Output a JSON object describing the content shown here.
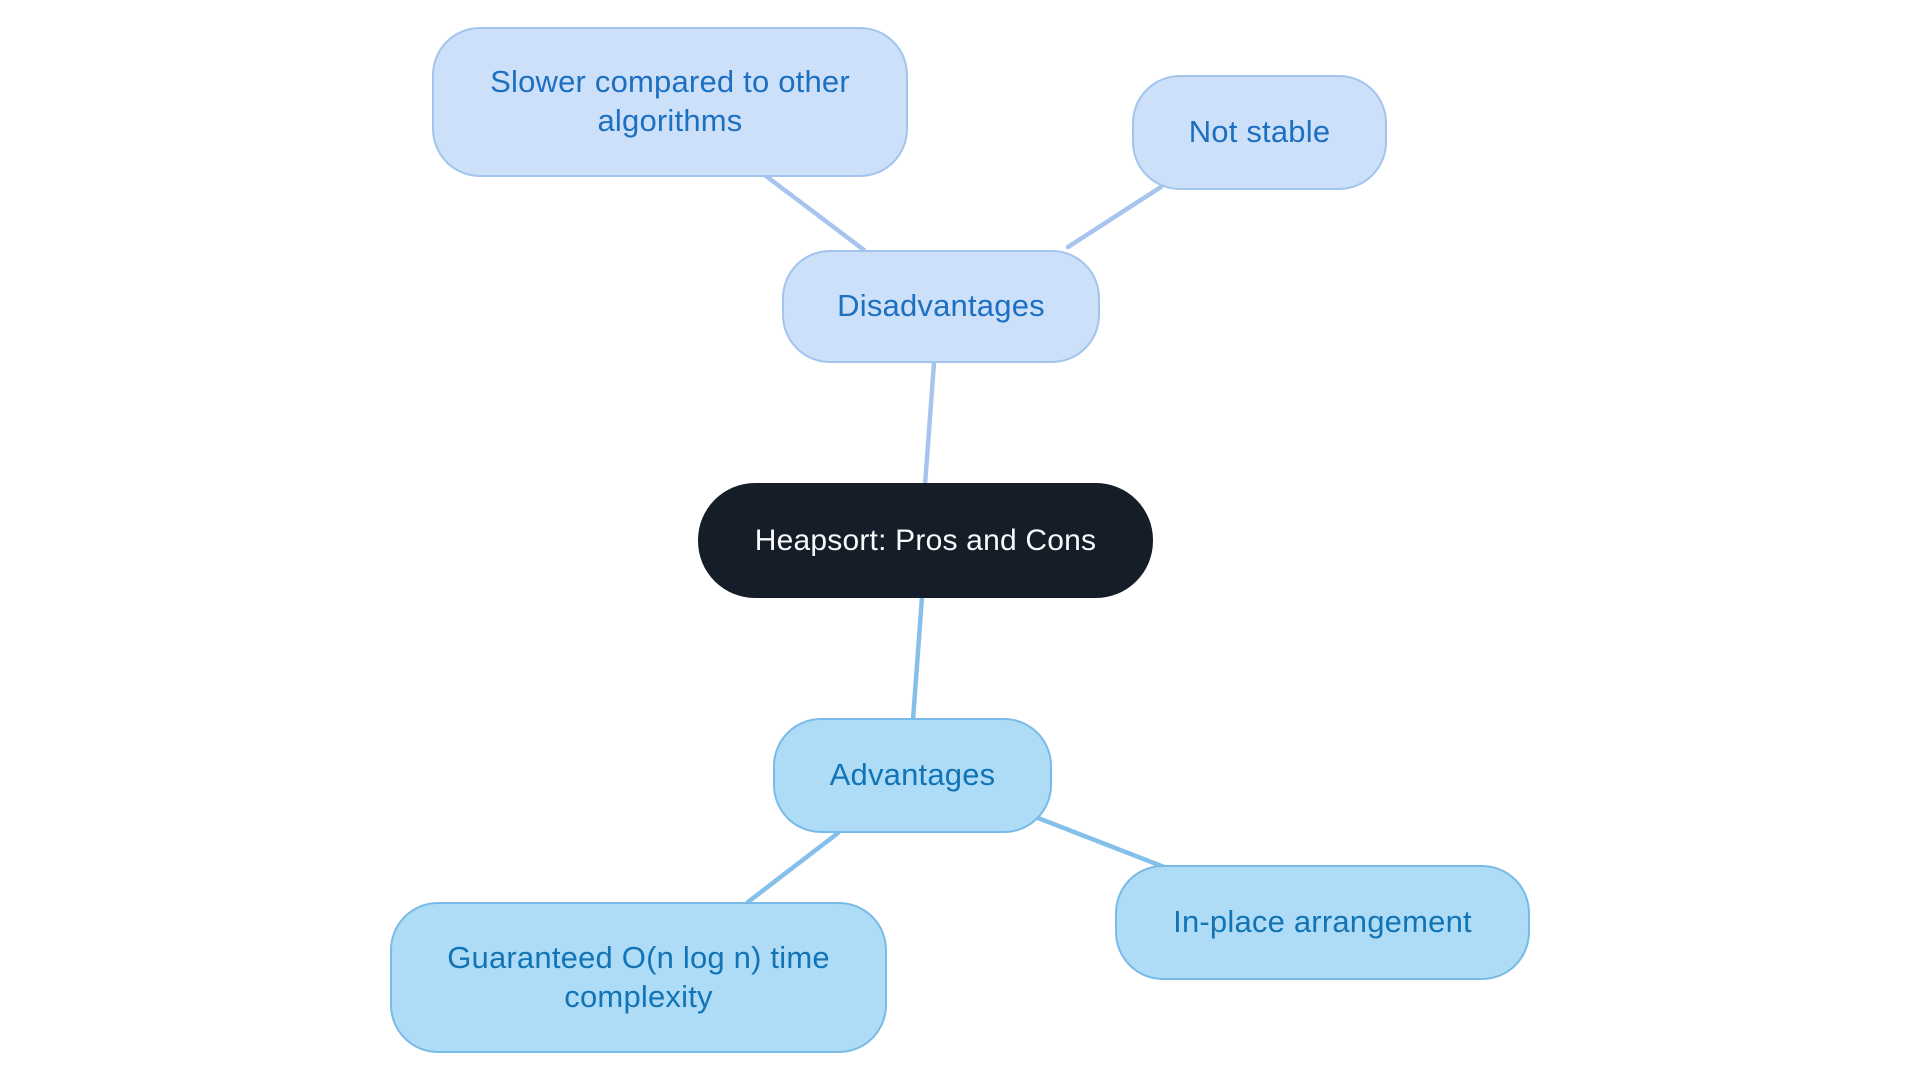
{
  "page": {
    "background": "#ffffff",
    "title": "Heapsort: Pros and Cons"
  },
  "mindmap": {
    "type": "mindmap",
    "root": {
      "label": "Heapsort: Pros and Cons",
      "fill": "#151d28",
      "text_color": "#f7f9fb"
    },
    "disadvantages": {
      "label": "Disadvantages",
      "fill": "#cce1f9",
      "border": "#a3c4ec",
      "text_color": "#1d6fc0",
      "edge_color": "#a6c4ee",
      "children": {
        "slower": {
          "label": "Slower compared to other\nalgorithms"
        },
        "not_stable": {
          "label": "Not stable"
        }
      }
    },
    "advantages": {
      "label": "Advantages",
      "fill": "#aedcf7",
      "border": "#79bbe8",
      "text_color": "#1274b5",
      "edge_color": "#85c0ea",
      "children": {
        "complexity": {
          "label": "Guaranteed O(n log n) time\ncomplexity"
        },
        "in_place": {
          "label": "In-place arrangement"
        }
      }
    }
  }
}
